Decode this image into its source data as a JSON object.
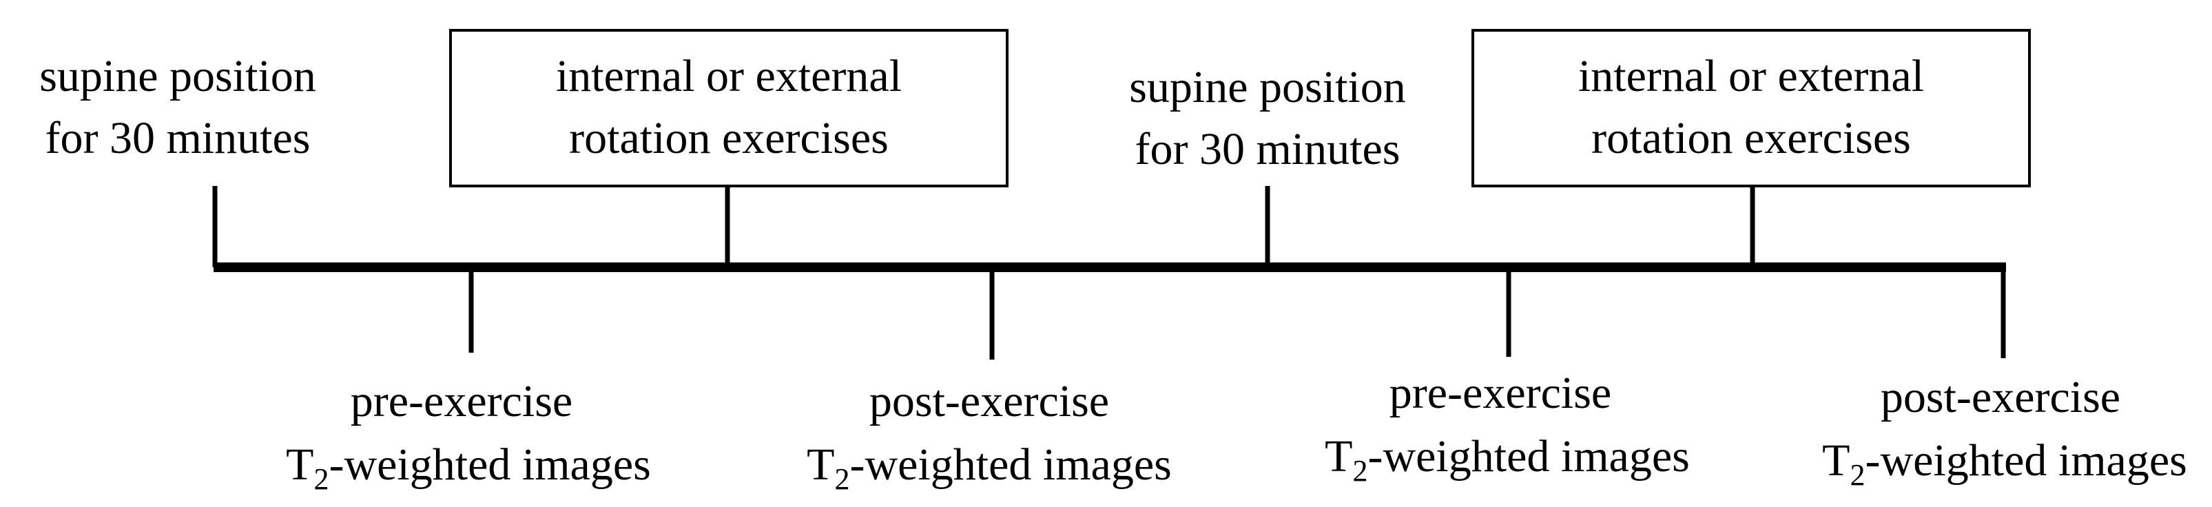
{
  "top_labels": [
    {
      "lines": [
        "supine position",
        "for 30 minutes"
      ]
    },
    {
      "lines": [
        "internal or external",
        "rotation exercises"
      ]
    },
    {
      "lines": [
        "supine position",
        "for 30 minutes"
      ]
    },
    {
      "lines": [
        "internal or external",
        "rotation exercises"
      ]
    }
  ],
  "bottom_labels": [
    {
      "line1": "pre-exercise",
      "line2_prefix": "T",
      "line2_sub": "2",
      "line2_suffix": "-weighted images"
    },
    {
      "line1": "post-exercise",
      "line2_prefix": "T",
      "line2_sub": "2",
      "line2_suffix": "-weighted images"
    },
    {
      "line1": "pre-exercise",
      "line2_prefix": "T",
      "line2_sub": "2",
      "line2_suffix": "-weighted images"
    },
    {
      "line1": "post-exercise",
      "line2_prefix": "T",
      "line2_sub": "2",
      "line2_suffix": "-weighted images"
    }
  ]
}
